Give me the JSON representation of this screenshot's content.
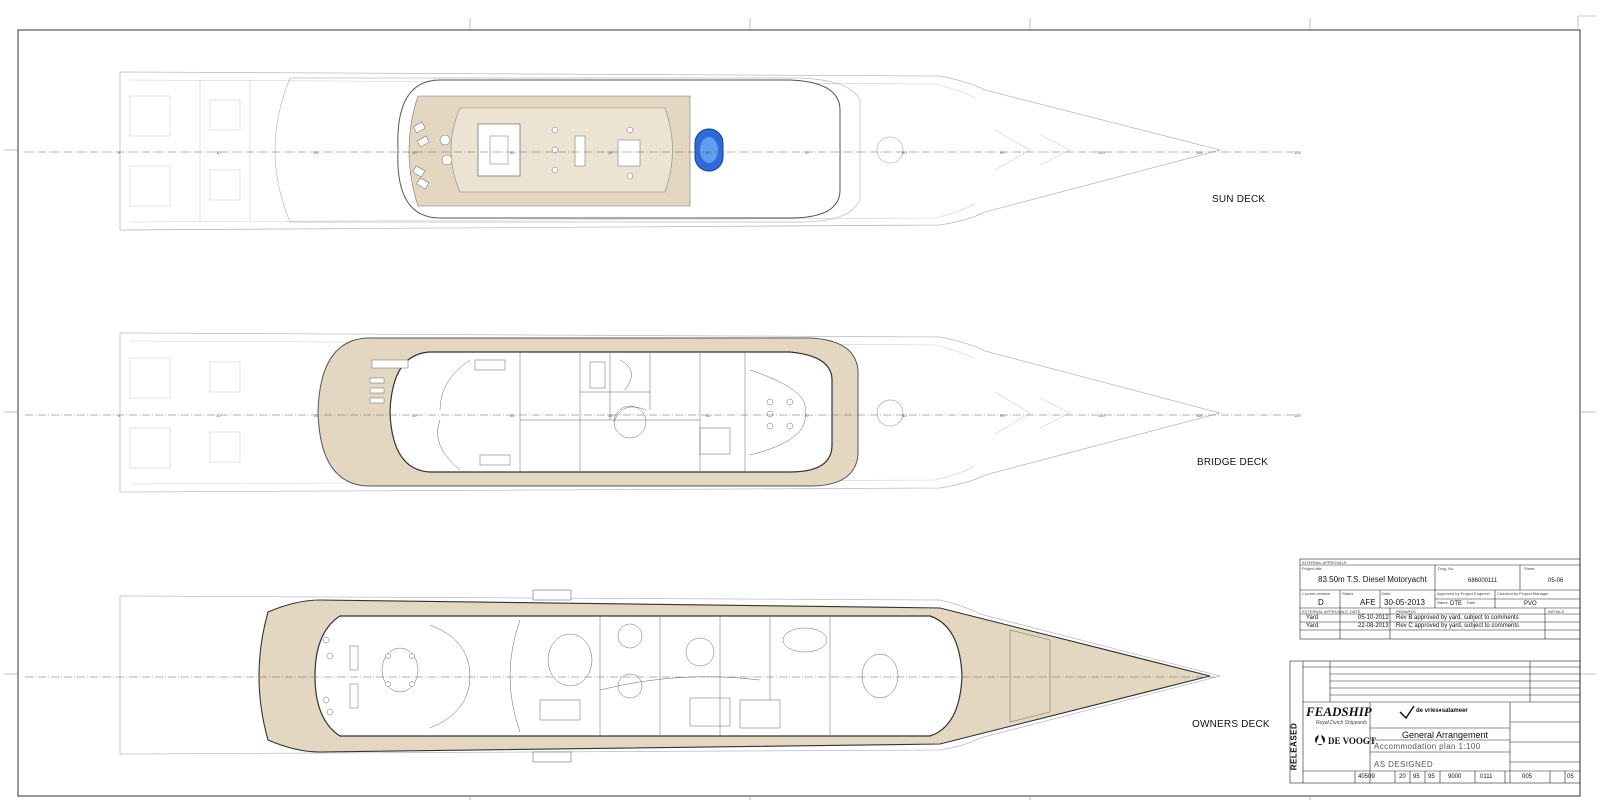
{
  "decks": {
    "sun": "SUN DECK",
    "bridge": "BRIDGE DECK",
    "owners": "OWNERS DECK"
  },
  "approvals": {
    "header": "INTERNAL APPROVALS",
    "project_title_label": "Project title",
    "project_title": "83.50m T.S. Diesel Motoryacht",
    "dwg_no_label": "Dwg. No.",
    "dwg_no": "686000111",
    "sheet_label": "Sheet",
    "sheet": "05-06",
    "current_revision_label": "Current revision",
    "current_revision": "D",
    "status_label": "Status",
    "status": "AFE",
    "date_label": "Date",
    "date": "30-05-2013",
    "approved_label": "Approved by Project Engineer",
    "checked_label": "Checked by Project Manager",
    "name_label": "Name",
    "date2_label": "Date",
    "name_value": "DTE",
    "manager_value": "PVO",
    "external_header": "EXTERNAL APPROVALS",
    "ext_date_col": "DATE",
    "ext_remarks_col": "REMARKS",
    "ext_initials_col": "INITIALS",
    "external_rows": [
      {
        "by": "Yard",
        "date": "05-10-2012",
        "remark": "Rev B approved by yard, subject to comments"
      },
      {
        "by": "Yard",
        "date": "22-08-2013",
        "remark": "Rev C approved by yard, subject to comments"
      }
    ]
  },
  "titleblock": {
    "released": "RELEASED",
    "feadship": "FEADSHIP",
    "feadship_sub": "Royal Dutch Shipyards",
    "devoogt": "DE VOOGT",
    "dvs": "de vries♦salameer",
    "title": "General Arrangement",
    "subtitle": "Accommodation plan 1:100",
    "stage": "AS DESIGNED",
    "codes": [
      "40509",
      "20",
      "95",
      "95",
      "9000",
      "0111",
      "005",
      "05"
    ]
  }
}
